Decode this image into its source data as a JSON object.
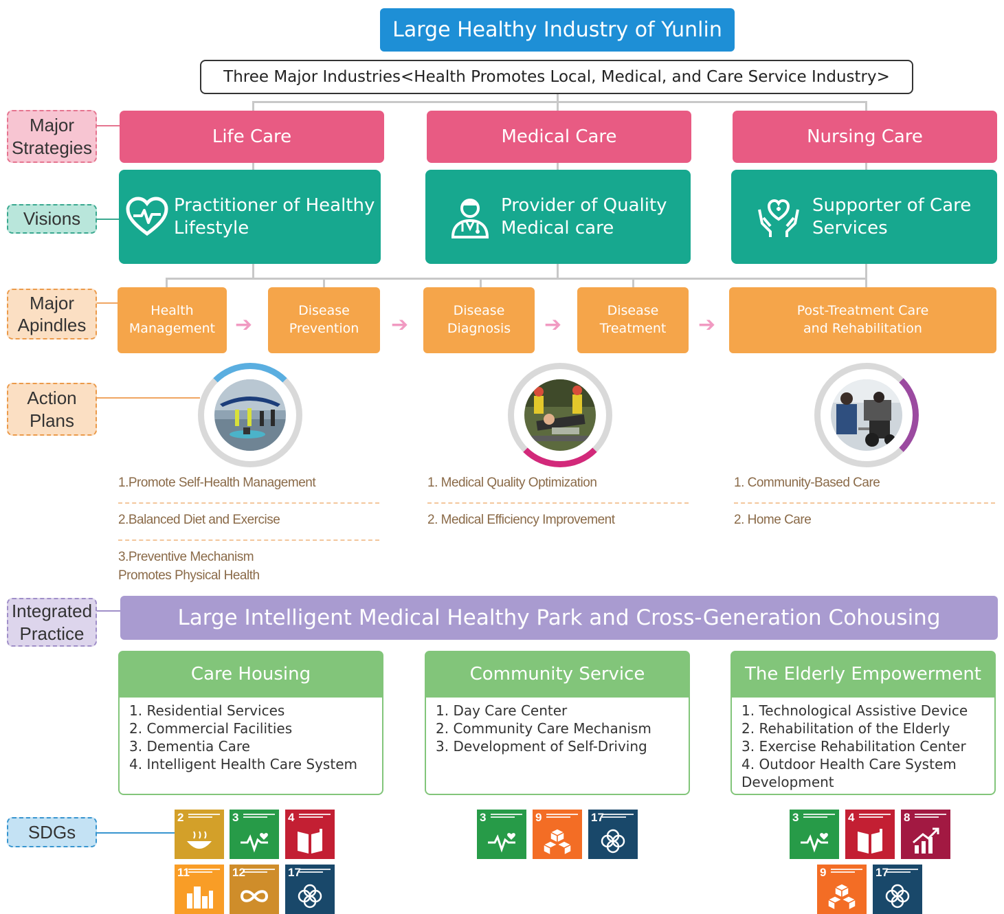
{
  "title": "Large Healthy Industry of Yunlin",
  "subtitle": "Three Major Industries<Health Promotes Local, Medical, and Care Service Industry>",
  "side_labels": {
    "strategies": "Major\nStrategies",
    "visions": "Visions",
    "spindles": "Major\nApindles",
    "action_plans": "Action\nPlans",
    "practice": "Integrated\nPractice",
    "sdgs": "SDGs"
  },
  "strategies": [
    "Life Care",
    "Medical Care",
    "Nursing Care"
  ],
  "visions": [
    {
      "text": "Practitioner of Healthy\nLifestyle",
      "icon": "heart-pulse-icon"
    },
    {
      "text": "Provider of Quality\nMedical care",
      "icon": "doctor-icon"
    },
    {
      "text": "Supporter of Care\nServices",
      "icon": "caring-hands-icon"
    }
  ],
  "spindles": [
    "Health\nManagement",
    "Disease\nPrevention",
    "Disease\nDiagnosis",
    "Disease\nTreatment",
    "Post-Treatment Care\nand Rehabilitation"
  ],
  "action_plans": {
    "life_care": [
      "1.Promote Self-Health Management",
      "2.Balanced Diet and Exercise",
      "3.Preventive Mechanism\n   Promotes Physical Health"
    ],
    "medical_care": [
      "1. Medical Quality Optimization",
      "2. Medical Efficiency Improvement"
    ],
    "nursing_care": [
      "1. Community-Based Care",
      "2. Home Care"
    ]
  },
  "ring_colors": {
    "life_care": "#5aaee0",
    "medical_care": "#d2297a",
    "nursing_care": "#9b4aa0"
  },
  "practice_title": "Large Intelligent Medical Healthy Park and Cross-Generation Cohousing",
  "practices": [
    {
      "title": "Care Housing",
      "items": [
        "1. Residential Services",
        "2. Commercial Facilities",
        "3. Dementia Care",
        "4. Intelligent Health Care System"
      ]
    },
    {
      "title": "Community Service",
      "items": [
        "1. Day Care Center",
        "2. Community Care Mechanism",
        "3. Development of Self-Driving"
      ]
    },
    {
      "title": "The Elderly Empowerment",
      "items": [
        "1. Technological Assistive Device",
        "2. Rehabilitation of the Elderly",
        "3. Exercise Rehabilitation Center",
        "4. Outdoor Health Care System\n    Development"
      ]
    }
  ],
  "sdg_groups": [
    {
      "goals": [
        {
          "num": "2",
          "color": "#d3a029",
          "icon": "bowl-icon"
        },
        {
          "num": "3",
          "color": "#279b48",
          "icon": "heartbeat-icon"
        },
        {
          "num": "4",
          "color": "#c31f33",
          "icon": "book-icon"
        },
        {
          "num": "11",
          "color": "#f99d26",
          "icon": "city-icon"
        },
        {
          "num": "12",
          "color": "#cf8d2a",
          "icon": "infinity-icon"
        },
        {
          "num": "17",
          "color": "#19486a",
          "icon": "flower-icon"
        }
      ]
    },
    {
      "goals": [
        {
          "num": "3",
          "color": "#279b48",
          "icon": "heartbeat-icon"
        },
        {
          "num": "9",
          "color": "#f36d25",
          "icon": "cubes-icon"
        },
        {
          "num": "17",
          "color": "#19486a",
          "icon": "flower-icon"
        }
      ]
    },
    {
      "goals": [
        {
          "num": "3",
          "color": "#279b48",
          "icon": "heartbeat-icon"
        },
        {
          "num": "4",
          "color": "#c31f33",
          "icon": "book-icon"
        },
        {
          "num": "8",
          "color": "#a21942",
          "icon": "growth-chart-icon"
        },
        {
          "num": "9",
          "color": "#f36d25",
          "icon": "cubes-icon"
        },
        {
          "num": "17",
          "color": "#19486a",
          "icon": "flower-icon"
        }
      ]
    }
  ]
}
